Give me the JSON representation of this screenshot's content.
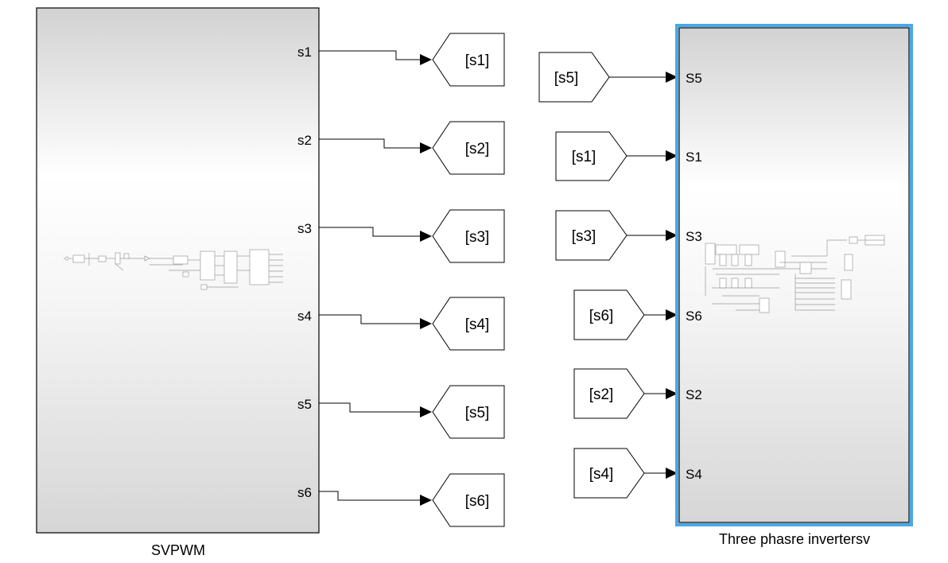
{
  "blocks": {
    "svpwm": {
      "name": "SVPWM",
      "outputs": [
        "s1",
        "s2",
        "s3",
        "s4",
        "s5",
        "s6"
      ]
    },
    "inverter": {
      "name": "Three phasre invertersv",
      "inputs": [
        "S5",
        "S1",
        "S3",
        "S6",
        "S2",
        "S4"
      ]
    }
  },
  "goto_tags": [
    "[s1]",
    "[s2]",
    "[s3]",
    "[s4]",
    "[s5]",
    "[s6]"
  ],
  "from_tags": [
    "[s5]",
    "[s1]",
    "[s3]",
    "[s6]",
    "[s2]",
    "[s4]"
  ],
  "colors": {
    "selection_outline": "#4aa8e6",
    "block_gradient_top": "#ffffff",
    "block_gradient_bottom": "#d6d6d6",
    "wire": "#000000"
  }
}
